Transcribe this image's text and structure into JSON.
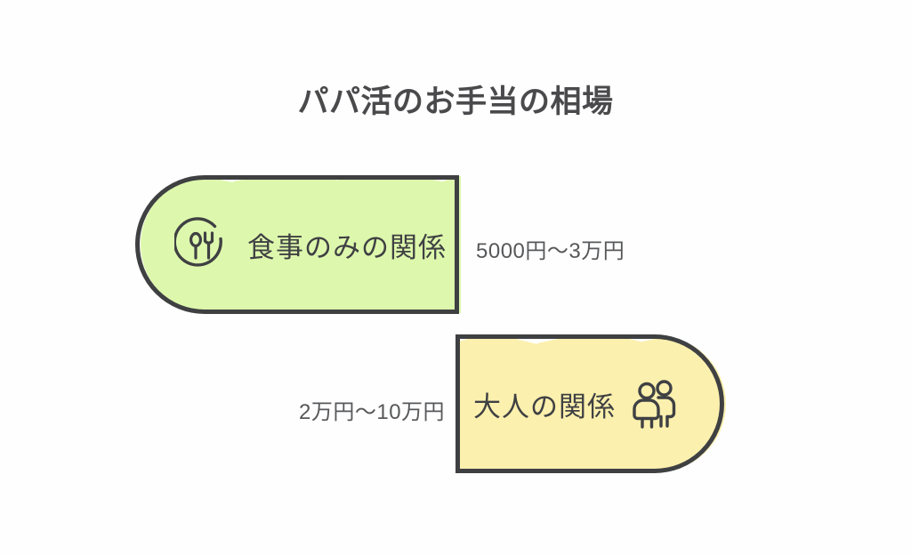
{
  "page": {
    "title": "パパ活のお手当の相場",
    "background_color": "#fefefe",
    "ink_color": "#3f4042",
    "text_color": "#3f4043"
  },
  "items": [
    {
      "id": "meal-only",
      "label": "食事のみの関係",
      "price": "5000円〜3万円",
      "icon": "cutlery-circle-icon",
      "fill_color": "#ddf8ad",
      "outline_color": "#3f4042",
      "side": "left"
    },
    {
      "id": "adult-relationship",
      "label": "大人の関係",
      "price": "2万円〜10万円",
      "icon": "couple-icon",
      "fill_color": "#fcf0ae",
      "outline_color": "#3f4042",
      "side": "right"
    }
  ]
}
